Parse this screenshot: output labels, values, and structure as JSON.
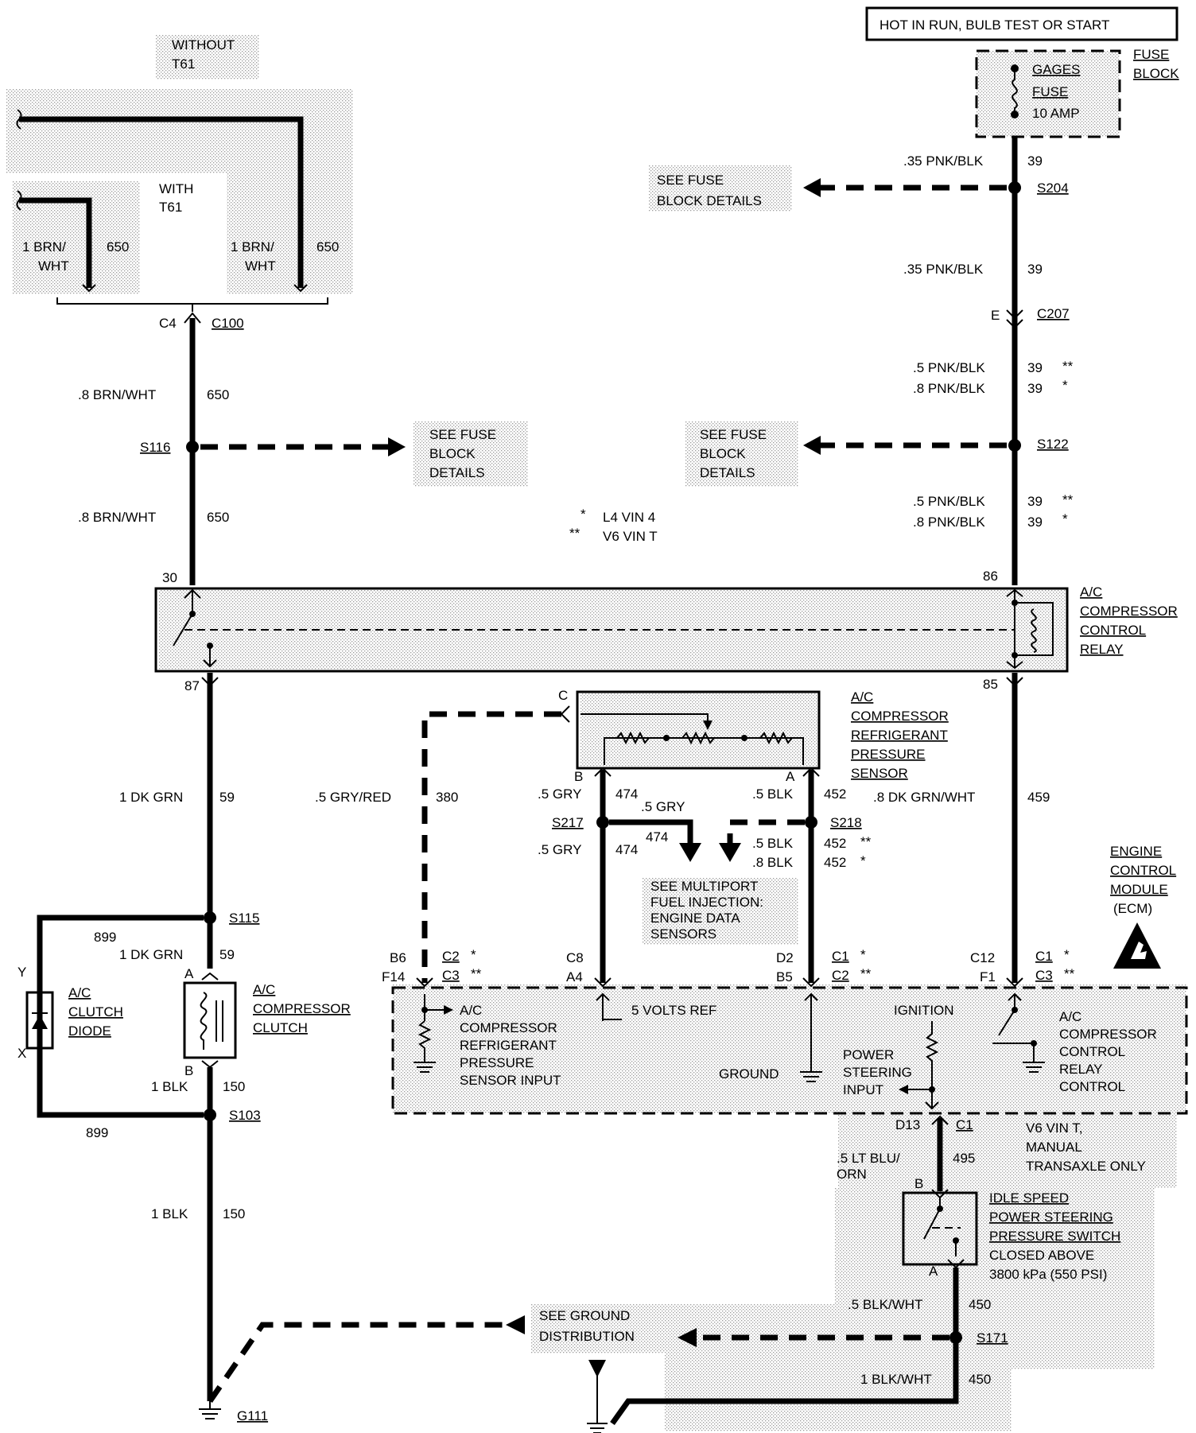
{
  "header": {
    "power_source": "HOT IN RUN, BULB TEST OR START"
  },
  "fuse_block": {
    "title_line1": "FUSE",
    "title_line2": "BLOCK",
    "fuse_line1": "GAGES",
    "fuse_line2": "FUSE",
    "fuse_rating": "10 AMP"
  },
  "options": {
    "without": "WITHOUT",
    "with": "WITH",
    "code": "T61"
  },
  "left_feed": {
    "wire_without": {
      "label_line1": "1 BRN/",
      "label_line2": "WHT",
      "circuit": "650"
    },
    "wire_with": {
      "label_line1": "1 BRN/",
      "label_line2": "WHT",
      "circuit": "650"
    },
    "connector_pin": "C4",
    "connector": "C100",
    "wire_upper": {
      "label": ".8 BRN/WHT",
      "circuit": "650"
    },
    "splice": "S116",
    "wire_lower": {
      "label": ".8 BRN/WHT",
      "circuit": "650"
    },
    "relay_pin_in": "30",
    "relay_pin_out": "87"
  },
  "right_feed": {
    "wire_1": {
      "label": ".35 PNK/BLK",
      "circuit": "39"
    },
    "splice_1": "S204",
    "wire_2": {
      "label": ".35 PNK/BLK",
      "circuit": "39"
    },
    "connector_pin": "E",
    "connector": "C207",
    "wire_3a": {
      "label": ".5 PNK/BLK",
      "circuit": "39",
      "mark": "**"
    },
    "wire_3b": {
      "label": ".8 PNK/BLK",
      "circuit": "39",
      "mark": "*"
    },
    "splice_2": "S122",
    "wire_4a": {
      "label": ".5 PNK/BLK",
      "circuit": "39",
      "mark": "**"
    },
    "wire_4b": {
      "label": ".8 PNK/BLK",
      "circuit": "39",
      "mark": "*"
    },
    "relay_pin_in": "86",
    "relay_pin_out": "85"
  },
  "see_refs": {
    "fuse_block_line1": "SEE FUSE",
    "fuse_block_line2": "BLOCK DETAILS",
    "fuse_block3_line1": "SEE FUSE",
    "fuse_block3_line2": "BLOCK",
    "fuse_block3_line3": "DETAILS",
    "mpfi_line1": "SEE MULTIPORT",
    "mpfi_line2": "FUEL INJECTION:",
    "mpfi_line3": "ENGINE DATA",
    "mpfi_line4": "SENSORS",
    "ground_line1": "SEE GROUND",
    "ground_line2": "DISTRIBUTION"
  },
  "legend": [
    {
      "mark": "*",
      "text": "L4 VIN 4"
    },
    {
      "mark": "**",
      "text": "V6 VIN T"
    }
  ],
  "relay": {
    "line1": "A/C",
    "line2": "COMPRESSOR",
    "line3": "CONTROL",
    "line4": "RELAY"
  },
  "sensor": {
    "line1": "A/C",
    "line2": "COMPRESSOR",
    "line3": "REFRIGERANT",
    "line4": "PRESSURE",
    "line5": "SENSOR",
    "pin_c": "C",
    "pin_b": "B",
    "pin_a": "A"
  },
  "wires_mid": {
    "w380": {
      "label": ".5 GRY/RED",
      "circuit": "380"
    },
    "w474_top": {
      "label": ".5 GRY",
      "circuit": "474"
    },
    "splice_s217": "S217",
    "w474_branch": {
      "label": ".5 GRY",
      "circuit": "474"
    },
    "w474_bottom": {
      "label": ".5 GRY",
      "circuit": "474"
    },
    "w452_top": {
      "label": ".5 BLK",
      "circuit": "452"
    },
    "splice_s218": "S218",
    "w452_b1": {
      "label": ".5 BLK",
      "circuit": "452",
      "mark": "**"
    },
    "w452_b2": {
      "label": ".8 BLK",
      "circuit": "452",
      "mark": "*"
    },
    "w459": {
      "label": ".8 DK GRN/WHT",
      "circuit": "459"
    },
    "w59": {
      "label": "1 DK GRN",
      "circuit": "59"
    }
  },
  "ecm": {
    "title_line1": "ENGINE",
    "title_line2": "CONTROL",
    "title_line3": "MODULE",
    "title_line4": "(ECM)",
    "pins": {
      "p1_top": "B6",
      "p1_bot": "F14",
      "c1_top": "C2",
      "c1_top_mark": "*",
      "c1_bot": "C3",
      "c1_bot_mark": "**",
      "p2_top": "C8",
      "p2_bot": "A4",
      "p3_top": "D2",
      "p3_bot": "B5",
      "c3_top": "C1",
      "c3_top_mark": "*",
      "c3_bot": "C2",
      "c3_bot_mark": "**",
      "p4_top": "C12",
      "p4_bot": "F1",
      "c4_top": "C1",
      "c4_top_mark": "*",
      "c4_bot": "C3",
      "c4_bot_mark": "**"
    },
    "inner": {
      "sensor_input_line1": "A/C",
      "sensor_input_line2": "COMPRESSOR",
      "sensor_input_line3": "REFRIGERANT",
      "sensor_input_line4": "PRESSURE",
      "sensor_input_line5": "SENSOR INPUT",
      "volts_ref": "5 VOLTS REF",
      "ignition": "IGNITION",
      "ps_line1": "POWER",
      "ps_line2": "STEERING",
      "ps_line3": "INPUT",
      "ground": "GROUND",
      "relay_ctrl_line1": "A/C",
      "relay_ctrl_line2": "COMPRESSOR",
      "relay_ctrl_line3": "CONTROL",
      "relay_ctrl_line4": "RELAY",
      "relay_ctrl_line5": "CONTROL"
    }
  },
  "clutch_circuit": {
    "splice_s115": "S115",
    "w899_top": "899",
    "w59_lower": {
      "label": "1 DK GRN",
      "circuit": "59"
    },
    "diode_line1": "A/C",
    "diode_line2": "CLUTCH",
    "diode_line3": "DIODE",
    "diode_pin_y": "Y",
    "diode_pin_x": "X",
    "clutch_line1": "A/C",
    "clutch_line2": "COMPRESSOR",
    "clutch_line3": "CLUTCH",
    "clutch_pin_a": "A",
    "clutch_pin_b": "B",
    "w150_top": {
      "label": "1 BLK",
      "circuit": "150"
    },
    "splice_s103": "S103",
    "w899_bot": "899",
    "w150_bot": {
      "label": "1 BLK",
      "circuit": "150"
    },
    "ground": "G111"
  },
  "ps_switch": {
    "ecm_pin": "D13",
    "ecm_conn": "C1",
    "note_line1": "V6 VIN T,",
    "note_line2": "MANUAL",
    "note_line3": "TRANSAXLE ONLY",
    "wire_top": {
      "label_line1": ".5 LT BLU/",
      "label_line2": "ORN",
      "circuit": "495"
    },
    "pin_b": "B",
    "pin_a": "A",
    "title_line1": "IDLE SPEED",
    "title_line2": "POWER STEERING",
    "title_line3": "PRESSURE SWITCH",
    "title_line4": "CLOSED ABOVE",
    "title_line5": "3800 kPa (550 PSI)",
    "wire_mid": {
      "label": ".5 BLK/WHT",
      "circuit": "450"
    },
    "splice": "S171",
    "wire_bot": {
      "label": "1 BLK/WHT",
      "circuit": "450"
    }
  }
}
